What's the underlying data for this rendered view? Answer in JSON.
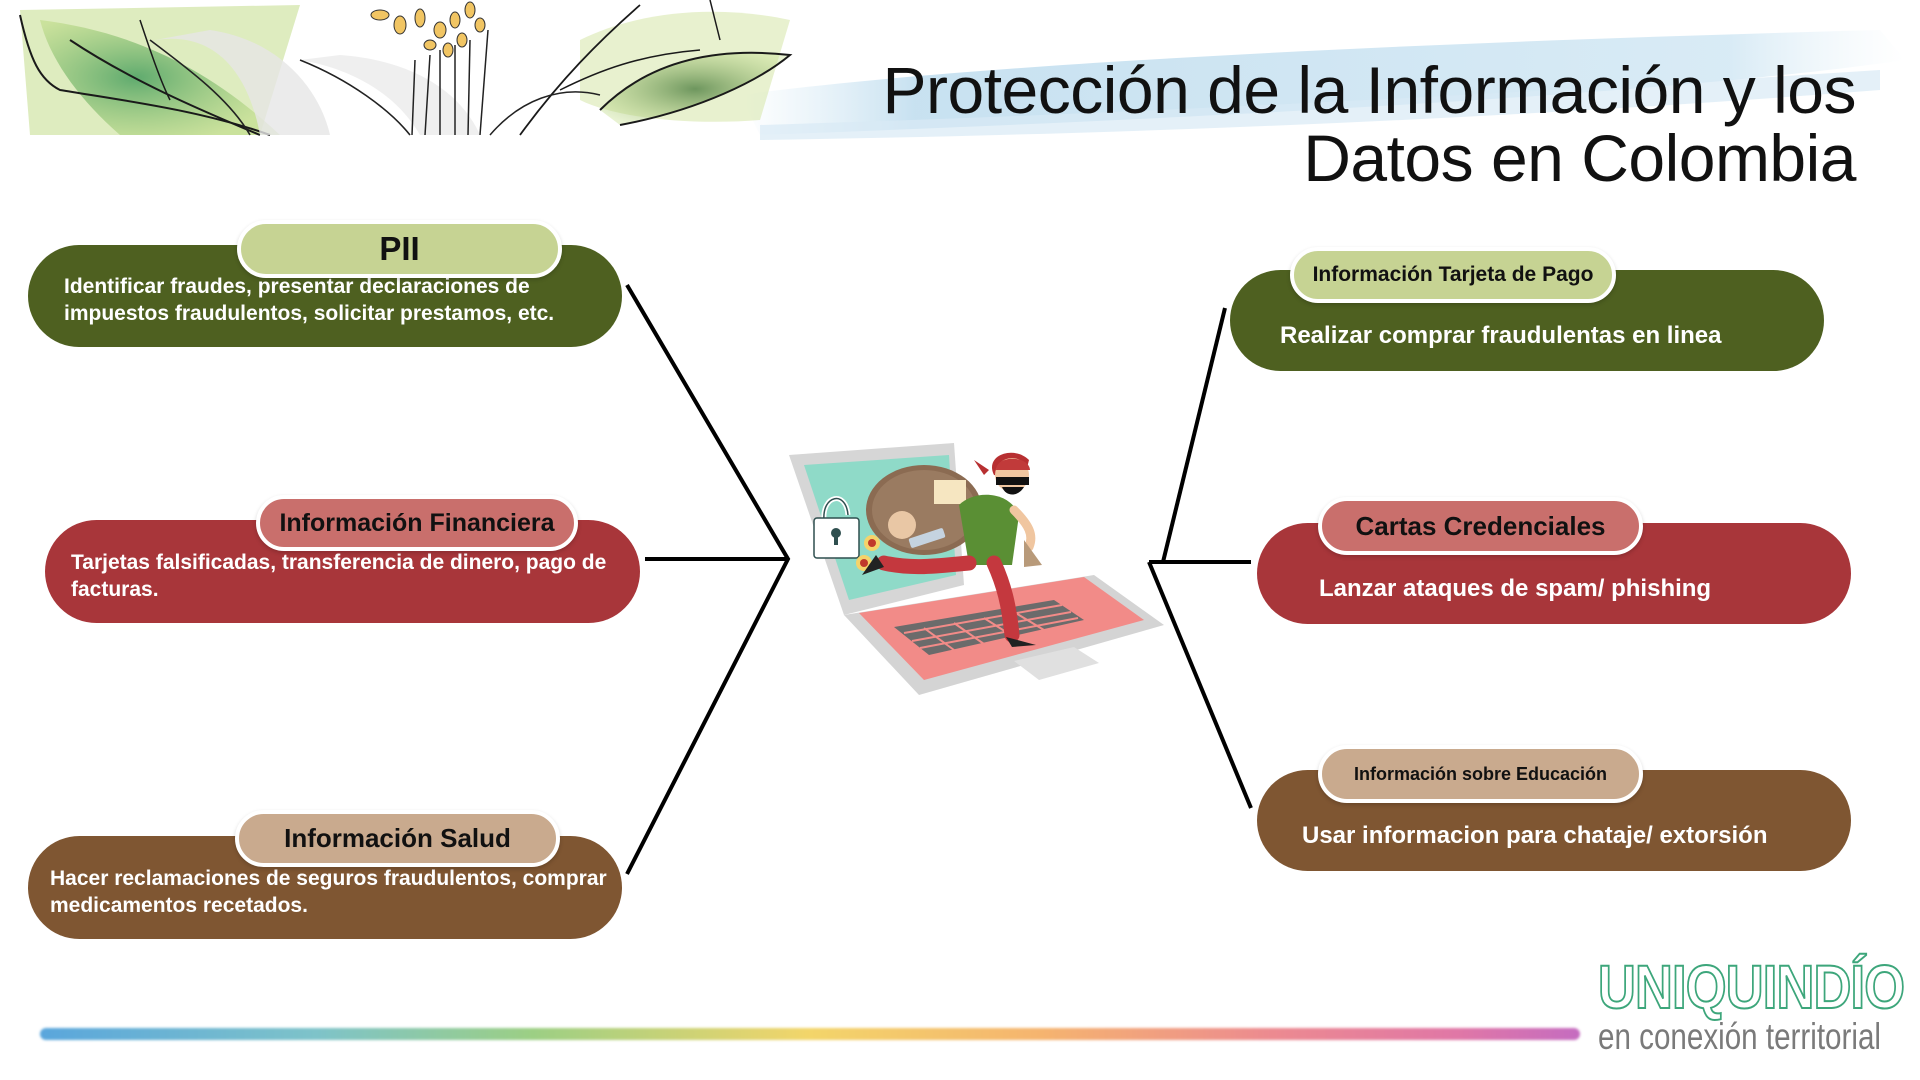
{
  "slide": {
    "title_line1": "Protección de la Información y los",
    "title_line2": "Datos en Colombia"
  },
  "left_cards": [
    {
      "category": "PII",
      "description": "Identificar fraudes, presentar declaraciones de impuestos fraudulentos, solicitar prestamos, etc.",
      "color": "#4e6020",
      "pill_color": "#c6d393"
    },
    {
      "category": "Información Financiera",
      "description": "Tarjetas falsificadas, transferencia de dinero, pago de facturas.",
      "color": "#a8363a",
      "pill_color": "#c96f6c"
    },
    {
      "category": "Información Salud",
      "description": "Hacer reclamaciones de seguros fraudulentos, comprar medicamentos recetados.",
      "color": "#7f5632",
      "pill_color": "#c9aa8e"
    }
  ],
  "right_cards": [
    {
      "category": "Información Tarjeta de Pago",
      "description": "Realizar comprar fraudulentas en linea",
      "color": "#4e6020",
      "pill_color": "#c6d393"
    },
    {
      "category": "Cartas Credenciales",
      "description": "Lanzar ataques de spam/ phishing",
      "color": "#a8363a",
      "pill_color": "#c96f6c"
    },
    {
      "category": "Información sobre Educación",
      "description": "Usar informacion para chataje/ extorsión",
      "color": "#7f5632",
      "pill_color": "#c9aa8e"
    }
  ],
  "center": {
    "illustration": "thief-escaping-laptop-with-data-bag-icon"
  },
  "logo": {
    "brand": "UNIQUINDÍO",
    "tagline": "en conexión territorial",
    "brand_color": "#3da67b",
    "tagline_color": "#7a7a7a"
  },
  "decor": {
    "header_art": "watercolor-flower-leaves",
    "footer_bar": "rainbow-gradient-stroke"
  }
}
